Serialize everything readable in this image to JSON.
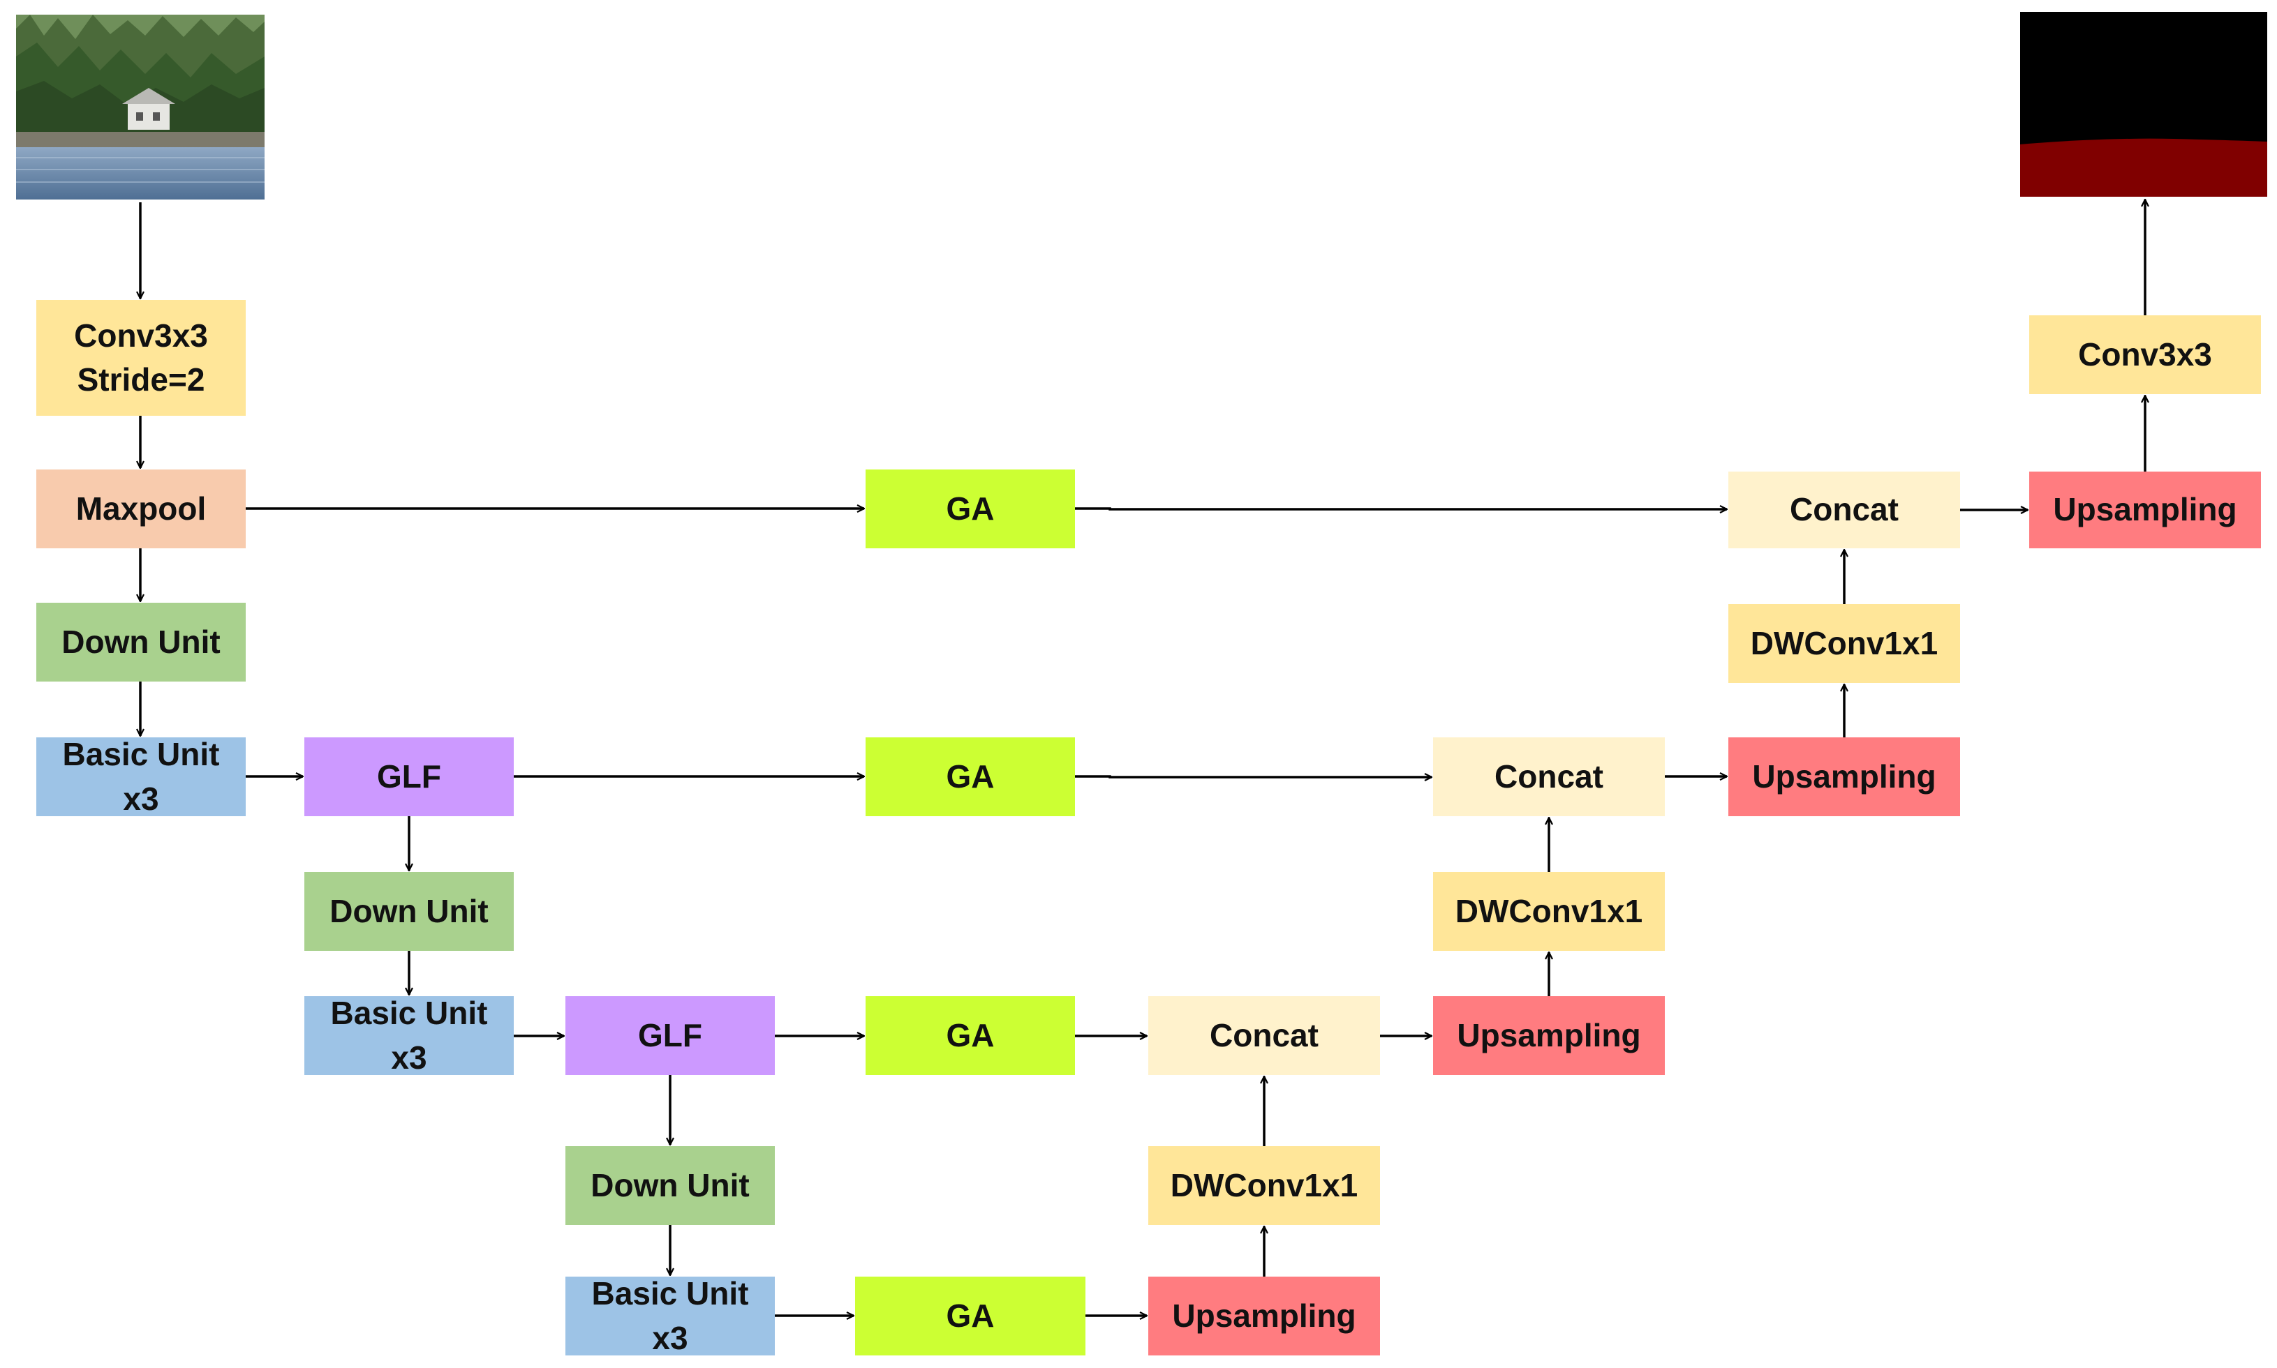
{
  "colors": {
    "conv": "#FFE699",
    "maxpool": "#F8CBAD",
    "down_unit": "#A9D18E",
    "basic_unit": "#9DC3E6",
    "glf": "#CC99FF",
    "ga": "#CCFF33",
    "concat": "#FFF2CC",
    "dwconv": "#FFE699",
    "upsampling": "#FF7C80",
    "arrow": "#000000",
    "mask_background": "#000000",
    "mask_foreground": "#800000"
  },
  "images": {
    "input": {
      "icon": "lake-house-photo-icon"
    },
    "output": {
      "icon": "segmentation-mask-icon"
    }
  },
  "nodes": {
    "conv3x3_stride2": {
      "label": "Conv3x3\nStride=2"
    },
    "maxpool": {
      "label": "Maxpool"
    },
    "down_unit_1": {
      "label": "Down Unit"
    },
    "basic_unit_1": {
      "label": "Basic Unit\nx3"
    },
    "glf_1": {
      "label": "GLF"
    },
    "down_unit_2": {
      "label": "Down Unit"
    },
    "basic_unit_2": {
      "label": "Basic Unit\nx3"
    },
    "glf_2": {
      "label": "GLF"
    },
    "down_unit_3": {
      "label": "Down Unit"
    },
    "basic_unit_3": {
      "label": "Basic Unit\nx3"
    },
    "ga_1": {
      "label": "GA"
    },
    "ga_2": {
      "label": "GA"
    },
    "ga_3": {
      "label": "GA"
    },
    "ga_4": {
      "label": "GA"
    },
    "upsampling_1": {
      "label": "Upsampling"
    },
    "dwconv_1": {
      "label": "DWConv1x1"
    },
    "concat_1": {
      "label": "Concat"
    },
    "upsampling_2": {
      "label": "Upsampling"
    },
    "dwconv_2": {
      "label": "DWConv1x1"
    },
    "concat_2": {
      "label": "Concat"
    },
    "upsampling_3": {
      "label": "Upsampling"
    },
    "dwconv_3": {
      "label": "DWConv1x1"
    },
    "concat_3": {
      "label": "Concat"
    },
    "upsampling_4": {
      "label": "Upsampling"
    },
    "conv3x3_out": {
      "label": "Conv3x3"
    }
  },
  "edges": [
    [
      "input_image",
      "conv3x3_stride2"
    ],
    [
      "conv3x3_stride2",
      "maxpool"
    ],
    [
      "maxpool",
      "down_unit_1"
    ],
    [
      "down_unit_1",
      "basic_unit_1"
    ],
    [
      "basic_unit_1",
      "glf_1"
    ],
    [
      "glf_1",
      "down_unit_2"
    ],
    [
      "down_unit_2",
      "basic_unit_2"
    ],
    [
      "basic_unit_2",
      "glf_2"
    ],
    [
      "glf_2",
      "down_unit_3"
    ],
    [
      "down_unit_3",
      "basic_unit_3"
    ],
    [
      "maxpool",
      "ga_1"
    ],
    [
      "glf_1",
      "ga_2"
    ],
    [
      "glf_2",
      "ga_3"
    ],
    [
      "basic_unit_3",
      "ga_4"
    ],
    [
      "ga_4",
      "upsampling_1"
    ],
    [
      "upsampling_1",
      "dwconv_1"
    ],
    [
      "dwconv_1",
      "concat_1"
    ],
    [
      "ga_3",
      "concat_1"
    ],
    [
      "concat_1",
      "upsampling_2"
    ],
    [
      "upsampling_2",
      "dwconv_2"
    ],
    [
      "dwconv_2",
      "concat_2"
    ],
    [
      "ga_2",
      "concat_2"
    ],
    [
      "concat_2",
      "upsampling_3"
    ],
    [
      "upsampling_3",
      "dwconv_3"
    ],
    [
      "dwconv_3",
      "concat_3"
    ],
    [
      "ga_1",
      "concat_3"
    ],
    [
      "concat_3",
      "upsampling_4"
    ],
    [
      "upsampling_4",
      "conv3x3_out"
    ],
    [
      "conv3x3_out",
      "output_image"
    ]
  ]
}
